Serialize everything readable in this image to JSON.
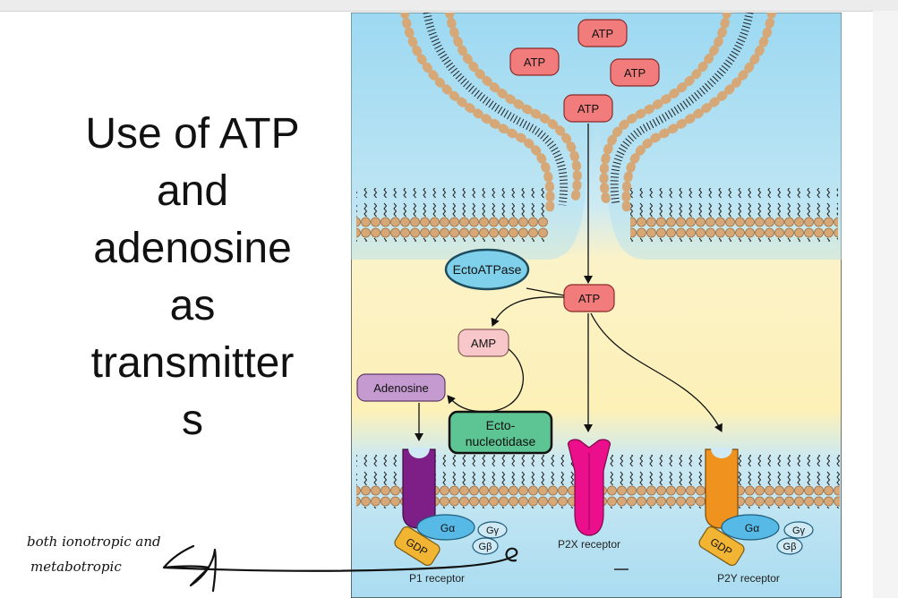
{
  "slide": {
    "title_lines": [
      "Use of ATP",
      "and",
      "adenosine",
      "as",
      "transmitter",
      "s"
    ]
  },
  "diagram": {
    "vesicle_atp_labels": [
      "ATP",
      "ATP",
      "ATP",
      "ATP"
    ],
    "released_atp_label": "ATP",
    "ectoatpase_label": "EctoATPase",
    "amp_label": "AMP",
    "adenosine_label": "Adenosine",
    "ecto_nucleotidase_line1": "Ecto-",
    "ecto_nucleotidase_line2": "nucleotidase",
    "p1": {
      "g_alpha": "Gα",
      "g_beta": "Gβ",
      "g_gamma": "Gγ",
      "gdp": "GDP",
      "label": "P1 receptor"
    },
    "p2x_label": "P2X receptor",
    "p2y": {
      "g_alpha": "Gα",
      "g_beta": "Gβ",
      "g_gamma": "Gγ",
      "gdp": "GDP",
      "label": "P2Y receptor"
    }
  },
  "handwritten_note": {
    "line1": "both ionotropic and",
    "line2": "metabotropic"
  },
  "colors": {
    "atp_fill": "#f27c7c",
    "ectoatpase_fill": "#7fd0ea",
    "amp_fill": "#f7c7c9",
    "adenosine_fill": "#c59ad0",
    "nucleotidase_fill": "#5dc493",
    "p1_receptor": "#7d1f86",
    "p2x_receptor": "#ec0f8c",
    "p2y_receptor": "#f0921e",
    "g_protein": "#56b9e6",
    "gdp": "#f1b533"
  }
}
